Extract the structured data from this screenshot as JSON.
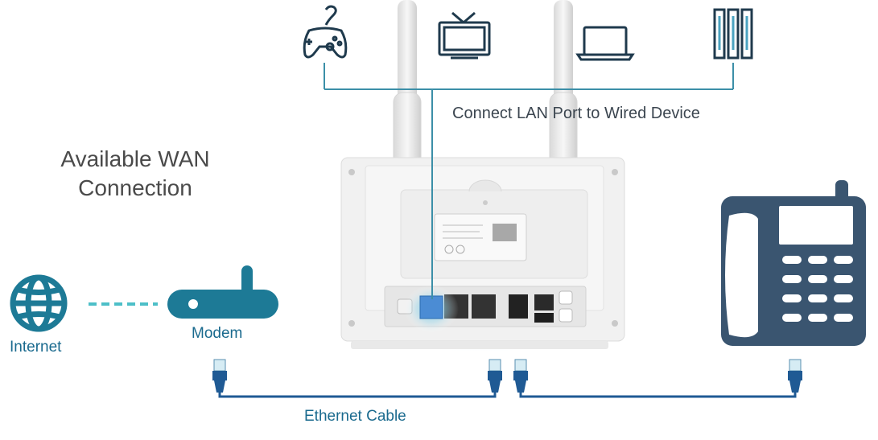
{
  "lan_caption": "Connect LAN Port to Wired Device",
  "wan_title_line1": "Available WAN",
  "wan_title_line2": "Connection",
  "internet_label": "Internet",
  "modem_label": "Modem",
  "cable_label": "Ethernet Cable",
  "lan_devices": [
    "gamepad-icon",
    "tv-icon",
    "laptop-icon",
    "server-icon"
  ],
  "colors": {
    "icon_teal": "#1d7a96",
    "phone_slate": "#3a5570",
    "cable_blue": "#1f5a94",
    "lan_line": "#3c8fa8",
    "port_glow": "#7fd0ea",
    "router_body": "#f1f1f1"
  }
}
